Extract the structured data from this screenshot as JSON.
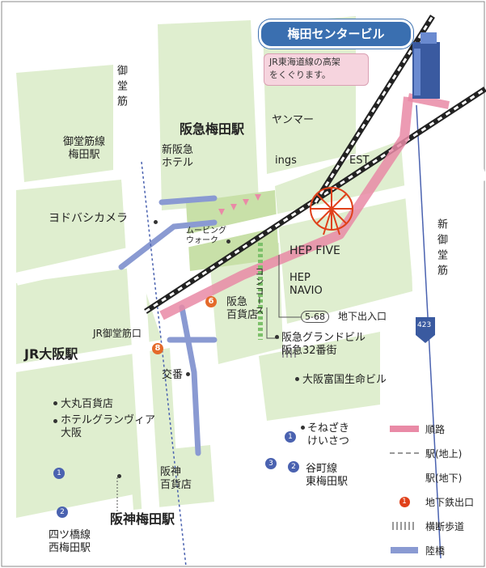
{
  "map": {
    "title": "梅田センタービル",
    "callout": {
      "line1": "JR東海道線の高架",
      "line2": "をくぐります。"
    },
    "labels": {
      "midosuji": "御堂筋",
      "midosuji_line_umeda": {
        "line1": "御堂筋線",
        "line2": "梅田駅"
      },
      "shin_hankyu_hotel": {
        "line1": "新阪急",
        "line2": "ホテル"
      },
      "yodobashi": "ヨドバシカメラ",
      "hankyu_umeda": "阪急梅田駅",
      "yanmar": "ヤンマー",
      "ings": "ings",
      "est": "EST",
      "moving_walk": {
        "line1": "ムービング",
        "line2": "ウォーク"
      },
      "hep_five": "HEP FIVE",
      "hep_navio": {
        "line1": "HEP",
        "line2": "NAVIO"
      },
      "concourse": "コンコース",
      "shin_midosuji": "新御堂筋",
      "route_423": "423",
      "exit_568": "5-68",
      "chika_iriguchi": "地下出入口",
      "hankyu_dept": {
        "line1": "阪急",
        "line2": "百貨店"
      },
      "hankyu_grand": {
        "line1": "阪急グランドビル",
        "line2": "阪急32番街"
      },
      "jr_midosuji_exit": "JR御堂筋口",
      "jr_osaka": "JR大阪駅",
      "koban": "交番",
      "daimaru": "大丸百貨店",
      "hotel_granvia": {
        "line1": "ホテルグランヴィア",
        "line2": "大阪"
      },
      "osaka_fukoku": "大阪富国生命ビル",
      "sonezaki": {
        "line1": "そねざき",
        "line2": "けいさつ"
      },
      "tanimachi": {
        "line1": "谷町線",
        "line2": "東梅田駅"
      },
      "hanshin_dept": {
        "line1": "阪神",
        "line2": "百貨店"
      },
      "hanshin_umeda": "阪神梅田駅",
      "yotsubashi": {
        "line1": "四ツ橋線",
        "line2": "西梅田駅"
      }
    },
    "exit_numbers": {
      "e6": "6",
      "e8": "8"
    },
    "station_numbers": {
      "n1a": "1",
      "n2a": "2",
      "n1b": "1",
      "n2b": "2",
      "n3": "3"
    }
  },
  "legend": {
    "items": [
      {
        "label": "順路",
        "symbol": "route"
      },
      {
        "label": "駅(地上)",
        "symbol": "station-above"
      },
      {
        "label": "駅(地下)",
        "symbol": "station-below"
      },
      {
        "label": "地下鉄出口",
        "symbol": "subway-exit",
        "badge": "1"
      },
      {
        "label": "横断歩道",
        "symbol": "crosswalk"
      },
      {
        "label": "陸橋",
        "symbol": "footbridge"
      }
    ]
  },
  "colors": {
    "block": "#dfeecf",
    "block_dark": "#c8e0a8",
    "route": "#e98aa6",
    "road": "#ffffff",
    "footbridge": "#8a9ad2",
    "subway": "#4a62b0",
    "exit": "#e46a2a",
    "ferris": "#e0401a"
  }
}
